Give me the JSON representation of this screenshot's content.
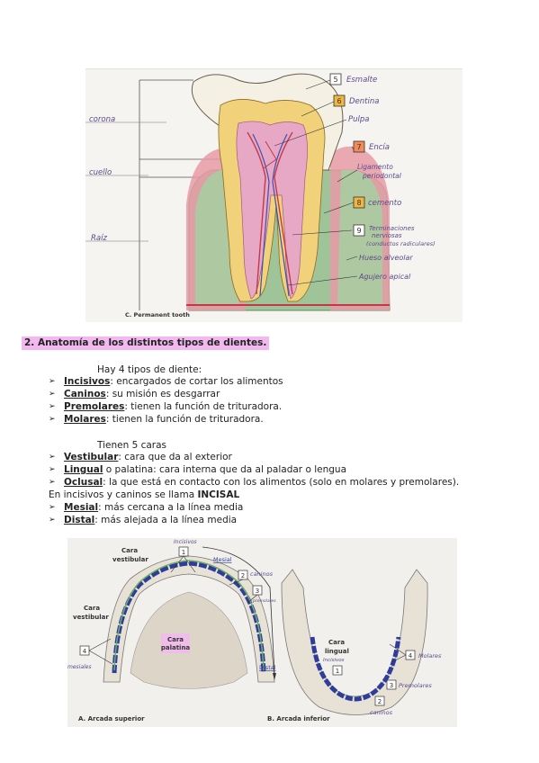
{
  "figure1": {
    "labels": {
      "n5": "5",
      "esmalte": "Esmalte",
      "n6": "6",
      "dentina": "Dentina",
      "pulpa": "Pulpa",
      "n7": "7",
      "encia": "Encía",
      "ligamento1": "Ligamento",
      "ligamento2": "periodontal",
      "n8": "8",
      "cemento": "cemento",
      "n9": "9",
      "terminaciones1": "Terminaciones",
      "terminaciones2": "nerviosas",
      "terminaciones3": "(conductos radiculares)",
      "hueso": "Hueso alveolar",
      "agujero": "Agujero apical",
      "corona": "corona",
      "cuello": "cuello",
      "raiz": "Raíz",
      "caption": "C. Permanent tooth"
    }
  },
  "section": {
    "heading": "2.  Anatomía de los distintos tipos de dientes.",
    "intro_tipos": "Hay 4 tipos de diente:",
    "tipos": [
      {
        "term": "Incisivos",
        "desc": ": encargados de cortar los alimentos"
      },
      {
        "term": "Caninos",
        "desc": ": su misión es desgarrar"
      },
      {
        "term": "Premolares",
        "desc": ": tienen la función de trituradora."
      },
      {
        "term": "Molares",
        "desc": ": tienen la función de trituradora."
      }
    ],
    "intro_caras": "Tienen 5 caras",
    "caras": [
      {
        "term": "Vestibular",
        "desc": ": cara que da al exterior"
      },
      {
        "term": "Lingual",
        "desc": " o palatina: cara interna que da al paladar o lengua"
      },
      {
        "term": "Oclusal",
        "desc": ": la que está en contacto con los alimentos (solo en molares y premolares)."
      },
      {
        "term": "Mesial",
        "desc": ": más cercana a la línea media"
      },
      {
        "term": "Distal",
        "desc": ": más alejada a la línea media"
      }
    ],
    "oclusal_note_prefix": "En incisivos y caninos se llama ",
    "oclusal_note_bold": "INCISAL"
  },
  "figure2": {
    "labels": {
      "incisivos_top": "Incisivos",
      "n1_top": "1",
      "mesial": "Mesial",
      "n2_top": "2",
      "caninos_top": "caninos",
      "n3_top": "3",
      "premolares_top": "premolares",
      "cara_vestibular_a1": "Cara",
      "cara_vestibular_a2": "vestibular",
      "cara_vestibular_b1": "Cara",
      "cara_vestibular_b2": "vestibular",
      "cara_palatina1": "Cara",
      "cara_palatina2": "palatina",
      "n4_left": "4",
      "mesiales": "mesiales",
      "distal": "Distal",
      "cara_lingual1": "Cara",
      "cara_lingual2": "lingual",
      "incisivos_bottom": "Incisivos",
      "n1_bottom": "1",
      "n4_right": "4",
      "molares": "Molares",
      "n3_bottom": "3",
      "premolares_bottom": "Premolares",
      "n2_bottom": "2",
      "caninos_bottom": "caninos",
      "caption_a": "A.    Arcada superior",
      "caption_b": "B.    Arcada inferior"
    }
  },
  "colors": {
    "enamel": "#f4f1e4",
    "dentin": "#f1d27a",
    "pulp": "#e7a8c6",
    "gum": "#e89aa6",
    "bone": "#9fc49a",
    "nerve_red": "#c23a4a",
    "nerve_blue": "#3d4fb0",
    "highlight": "#f3b8f0",
    "label_purple": "#5b4a8a"
  }
}
